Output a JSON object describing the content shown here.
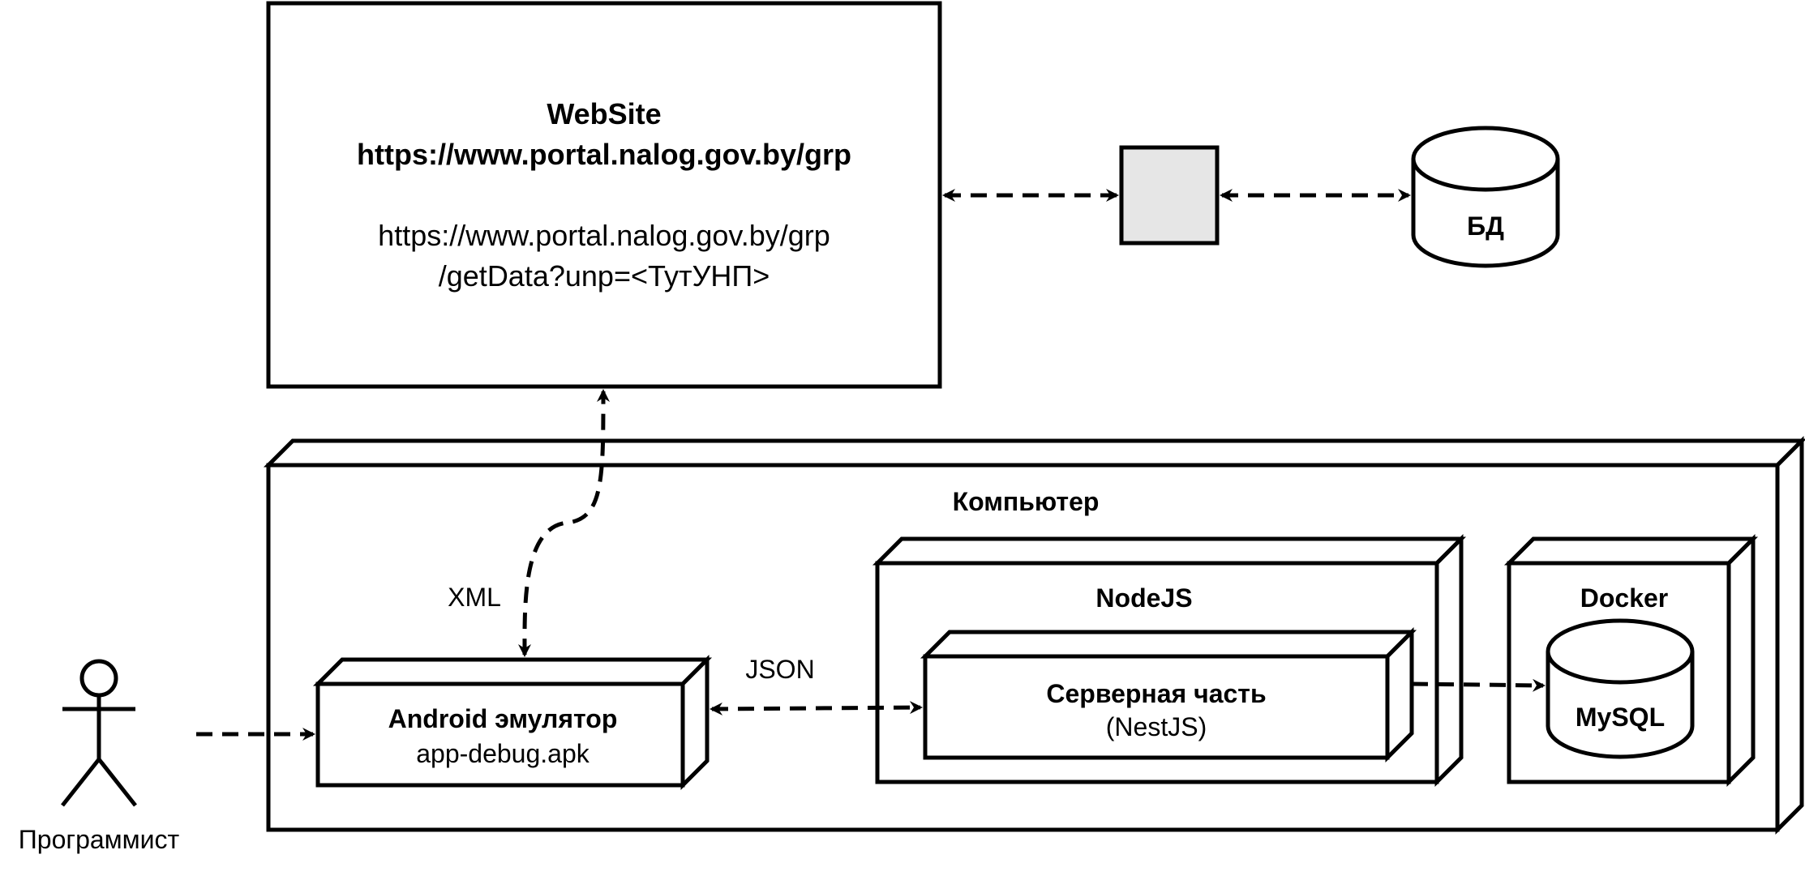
{
  "website": {
    "title": "WebSite",
    "url_bold": "https://www.portal.nalog.gov.by/grp",
    "endpoint_line1": "https://www.portal.nalog.gov.by/grp",
    "endpoint_line2": "/getData?unp=<ТутУНП>"
  },
  "database": {
    "label": "БД"
  },
  "computer": {
    "label": "Компьютер"
  },
  "android": {
    "title": "Android эмулятор",
    "file": "app-debug.apk"
  },
  "nodejs": {
    "label": "NodeJS"
  },
  "server": {
    "title": "Серверная часть",
    "subtitle": "(NestJS)"
  },
  "docker": {
    "label": "Docker",
    "db_label": "MySQL"
  },
  "actor": {
    "label": "Программист"
  },
  "edges": {
    "xml_label": "XML",
    "json_label": "JSON"
  }
}
